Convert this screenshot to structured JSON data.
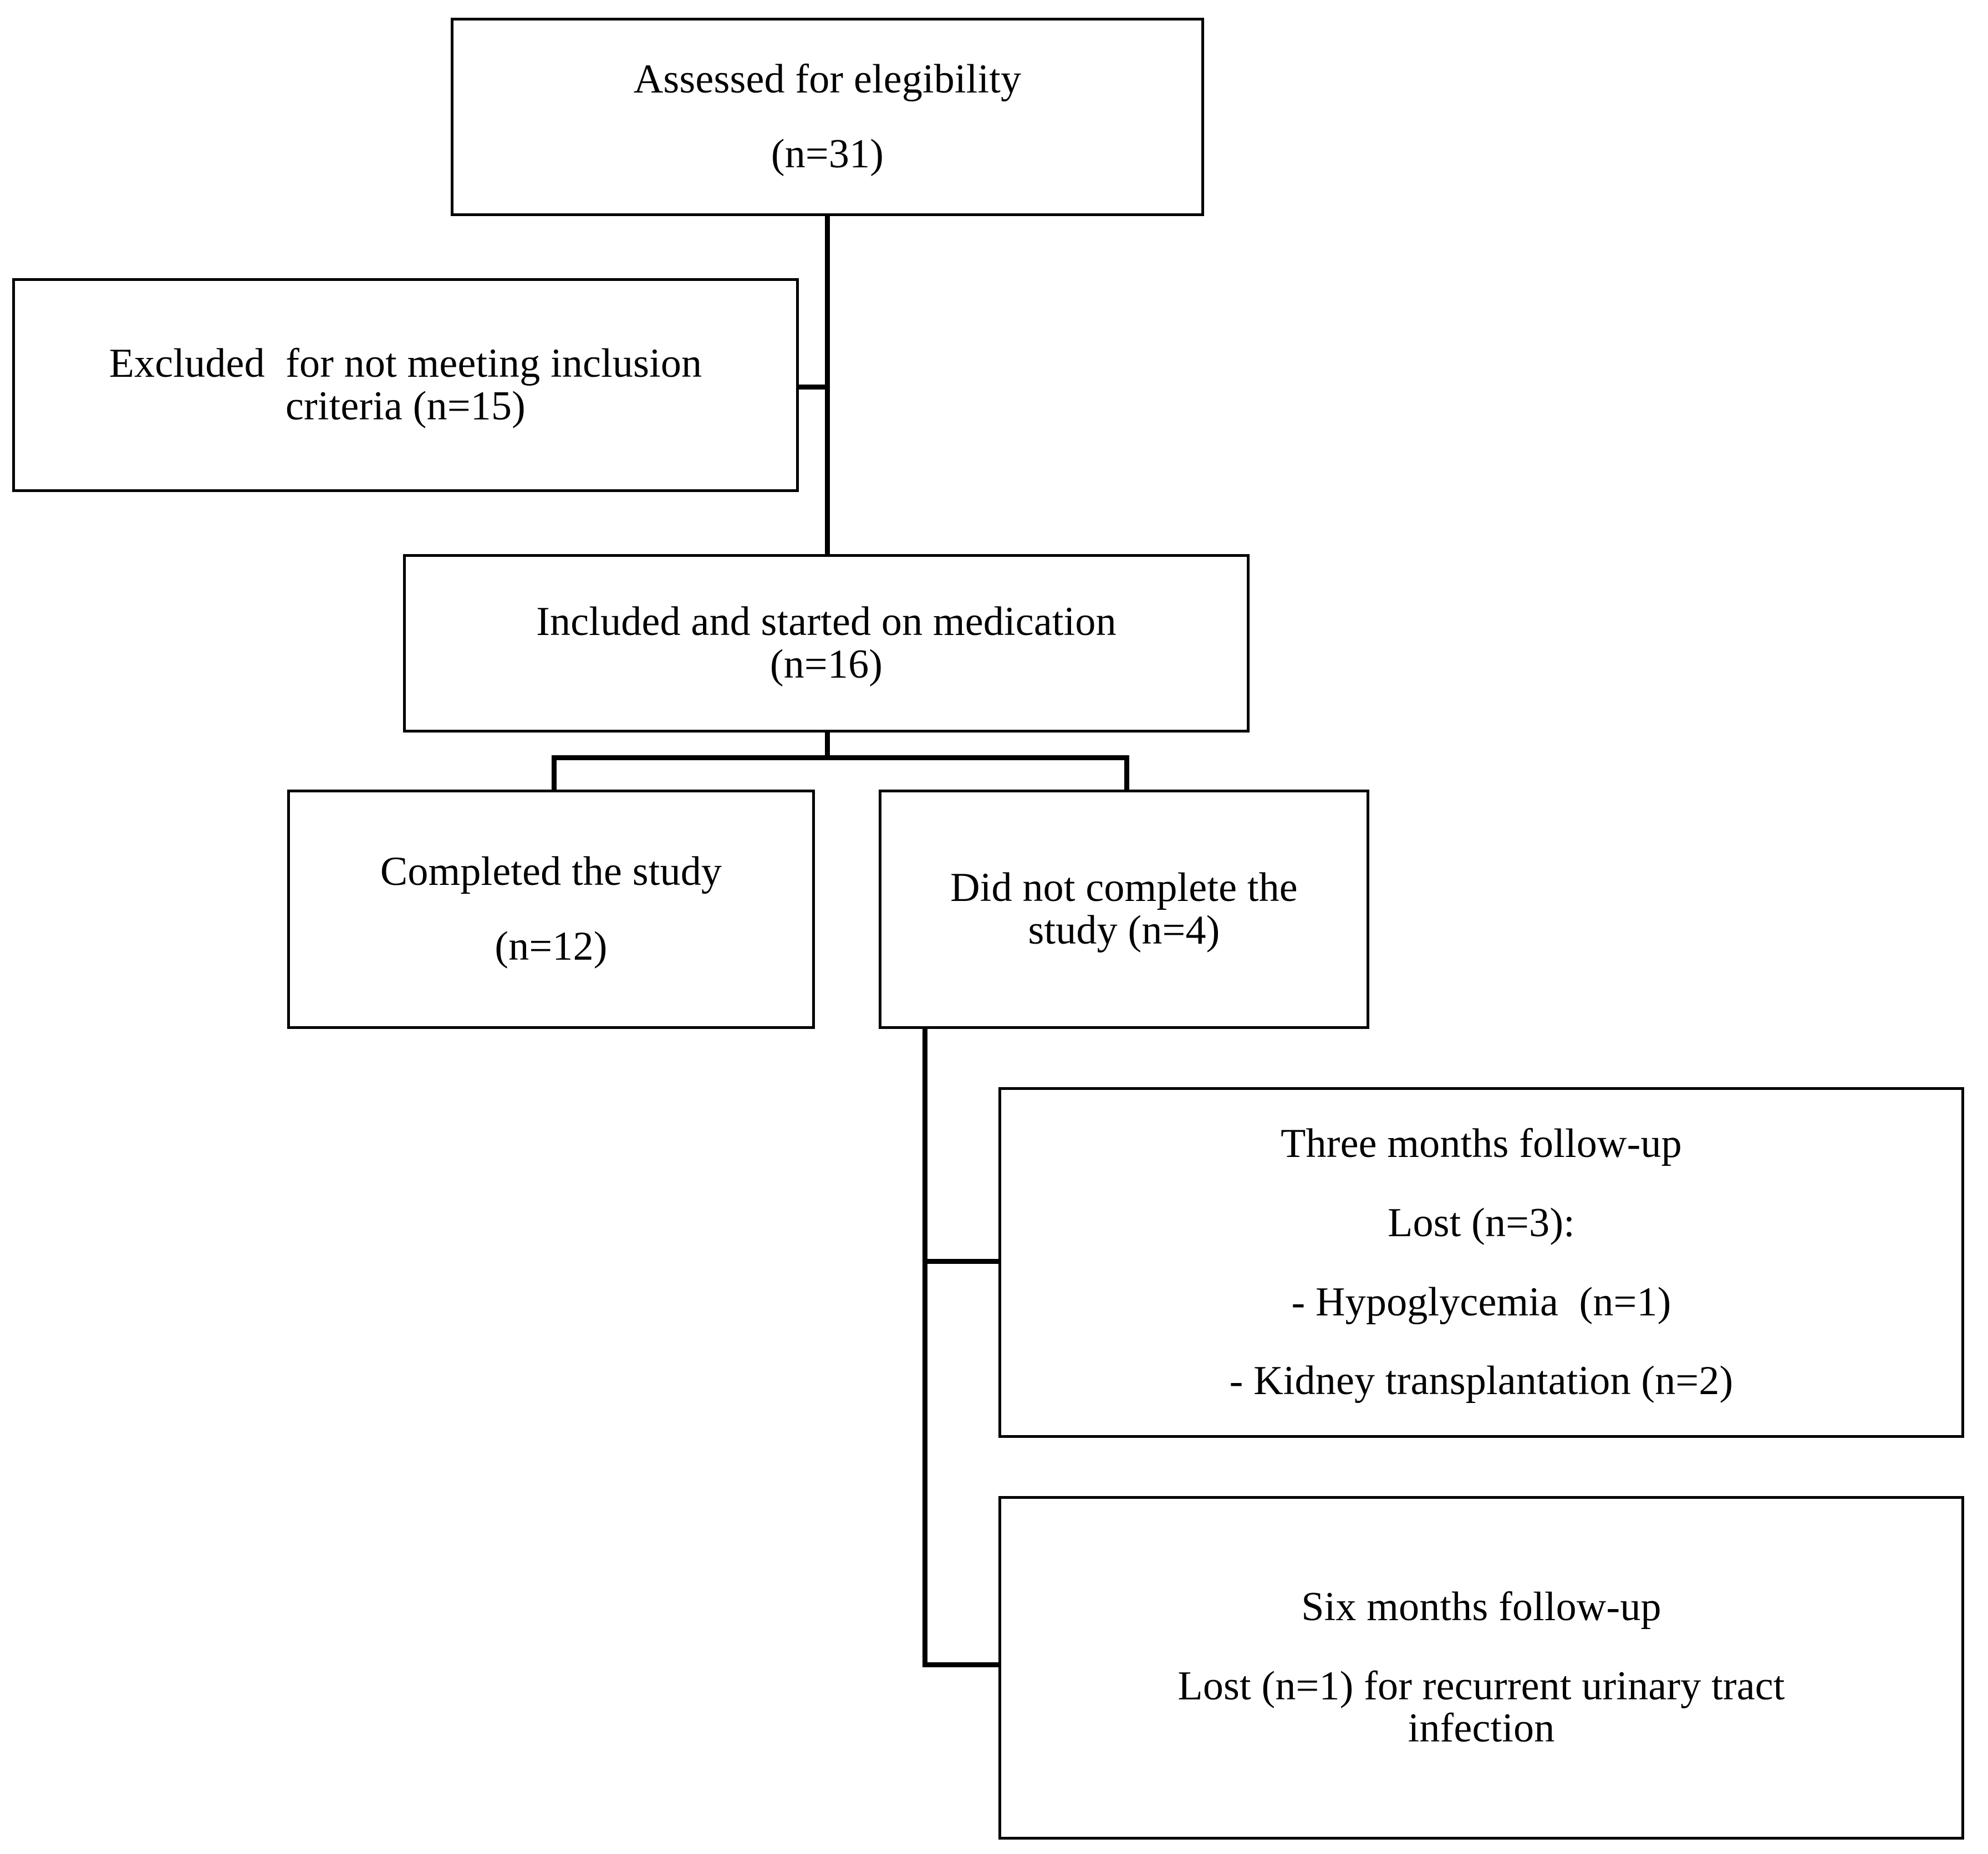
{
  "diagram": {
    "title": "CONSORT participant flow diagram",
    "background_color": "#ffffff",
    "line_color": "#000000",
    "boxes": [
      {
        "id": "assessed",
        "name": "assessed-for-eligibility-box",
        "lines": [
          "Assessed for elegibility",
          "(n=31)"
        ]
      },
      {
        "id": "excluded",
        "name": "excluded-box",
        "lines": [
          "Excluded  for not meeting inclusion",
          "criteria (n=15)"
        ]
      },
      {
        "id": "included",
        "name": "included-started-medication-box",
        "lines": [
          "Included and started on medication",
          "(n=16)"
        ]
      },
      {
        "id": "completed",
        "name": "completed-study-box",
        "lines": [
          "Completed the study",
          "(n=12)"
        ]
      },
      {
        "id": "not-completed",
        "name": "did-not-complete-study-box",
        "lines": [
          "Did not complete the",
          "study (n=4)"
        ]
      },
      {
        "id": "three-months",
        "name": "three-months-followup-box",
        "lines": [
          "Three months follow-up",
          "Lost (n=3):",
          "- Hypoglycemia  (n=1)",
          "- Kidney transplantation (n=2)"
        ]
      },
      {
        "id": "six-months",
        "name": "six-months-followup-box",
        "lines": [
          "Six months follow-up",
          "Lost (n=1) for recurrent urinary tract",
          "infection"
        ]
      }
    ],
    "counts": {
      "assessed": 31,
      "excluded": 15,
      "included": 16,
      "completed": 12,
      "not_completed": 4,
      "lost_three_months": 3,
      "lost_hypoglycemia": 1,
      "lost_kidney_transplantation": 2,
      "lost_six_months": 1
    }
  }
}
